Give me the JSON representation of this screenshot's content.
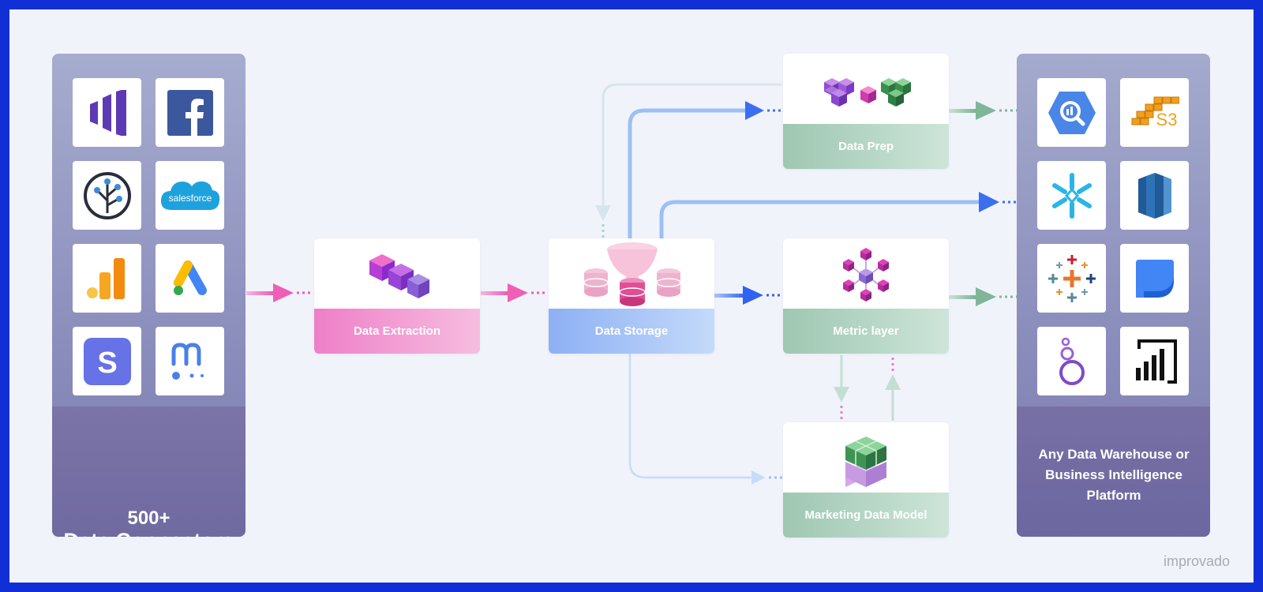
{
  "source_panel": {
    "count": "500+",
    "title": "Data Connectors",
    "connectors": [
      "marketo-icon",
      "facebook-icon",
      "branch-icon",
      "salesforce-icon",
      "google-analytics-icon",
      "google-ads-icon",
      "stripe-icon",
      "mailchimp-m-icon"
    ],
    "salesforce_text": "salesforce"
  },
  "pipeline": {
    "extraction": "Data Extraction",
    "storage": "Data Storage",
    "prep": "Data Prep",
    "metric": "Metric layer",
    "model": "Marketing Data Model"
  },
  "destination_panel": {
    "line1": "Any Data Warehouse or",
    "line2": "Business Intelligence",
    "line3": "Platform",
    "destinations": [
      "bigquery-icon",
      "amazon-s3-icon",
      "snowflake-icon",
      "redshift-icon",
      "tableau-icon",
      "looker-studio-icon",
      "looker-icon",
      "power-bi-icon"
    ],
    "s3_text": "S3"
  },
  "brand": "improvado",
  "colors": {
    "frame": "#1030d6",
    "accent_pink": "#ee5fb6",
    "accent_blue": "#3b6ff0",
    "accent_green": "#7fb69a"
  }
}
